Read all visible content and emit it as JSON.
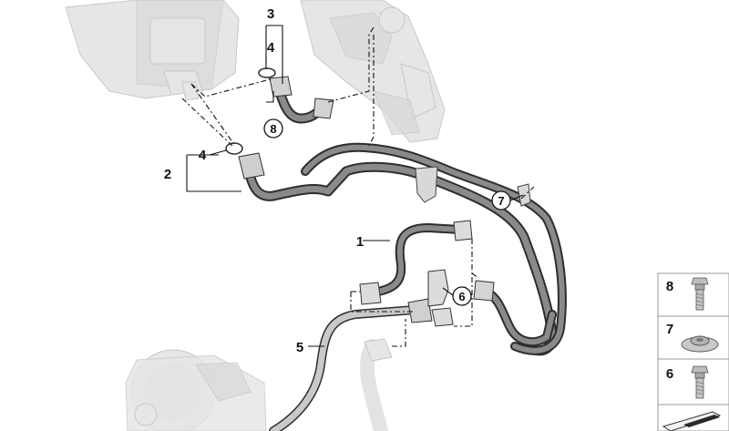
{
  "callouts": {
    "c1": "1",
    "c2": "2",
    "c3": "3",
    "c4a": "4",
    "c4b": "4",
    "c5": "5",
    "c6": "6",
    "c7": "7",
    "c8": "8"
  },
  "legend": {
    "items": [
      {
        "number": "8",
        "icon": "bolt-icon"
      },
      {
        "number": "7",
        "icon": "clip-nut-icon"
      },
      {
        "number": "6",
        "icon": "bolt-icon"
      },
      {
        "number": "",
        "icon": "seal-strip-icon"
      }
    ]
  }
}
